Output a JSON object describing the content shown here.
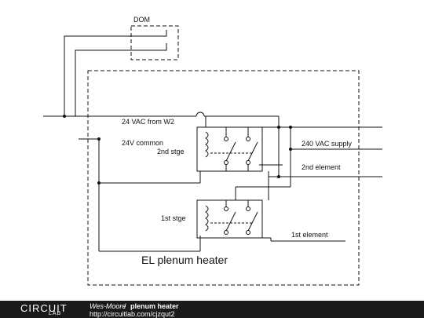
{
  "labels": {
    "dom": "DOM",
    "vac24": "24 VAC from W2",
    "common": "24V common",
    "supply": "240 VAC supply",
    "stage2": "2nd stge",
    "element2": "2nd element",
    "stage1": "1st stge",
    "element1": "1st element",
    "box": "EL plenum heater"
  },
  "footer": {
    "logo_top": "CIRCUIT",
    "logo_bottom": "LAB",
    "author": "Wes-Moore",
    "separator": "/",
    "title": "plenum heater",
    "url": "http://circuitlab.com/cjzqut2"
  },
  "colors": {
    "wire": "#111111",
    "footer_bg": "#1a1a1a",
    "footer_text": "#ffffff"
  }
}
